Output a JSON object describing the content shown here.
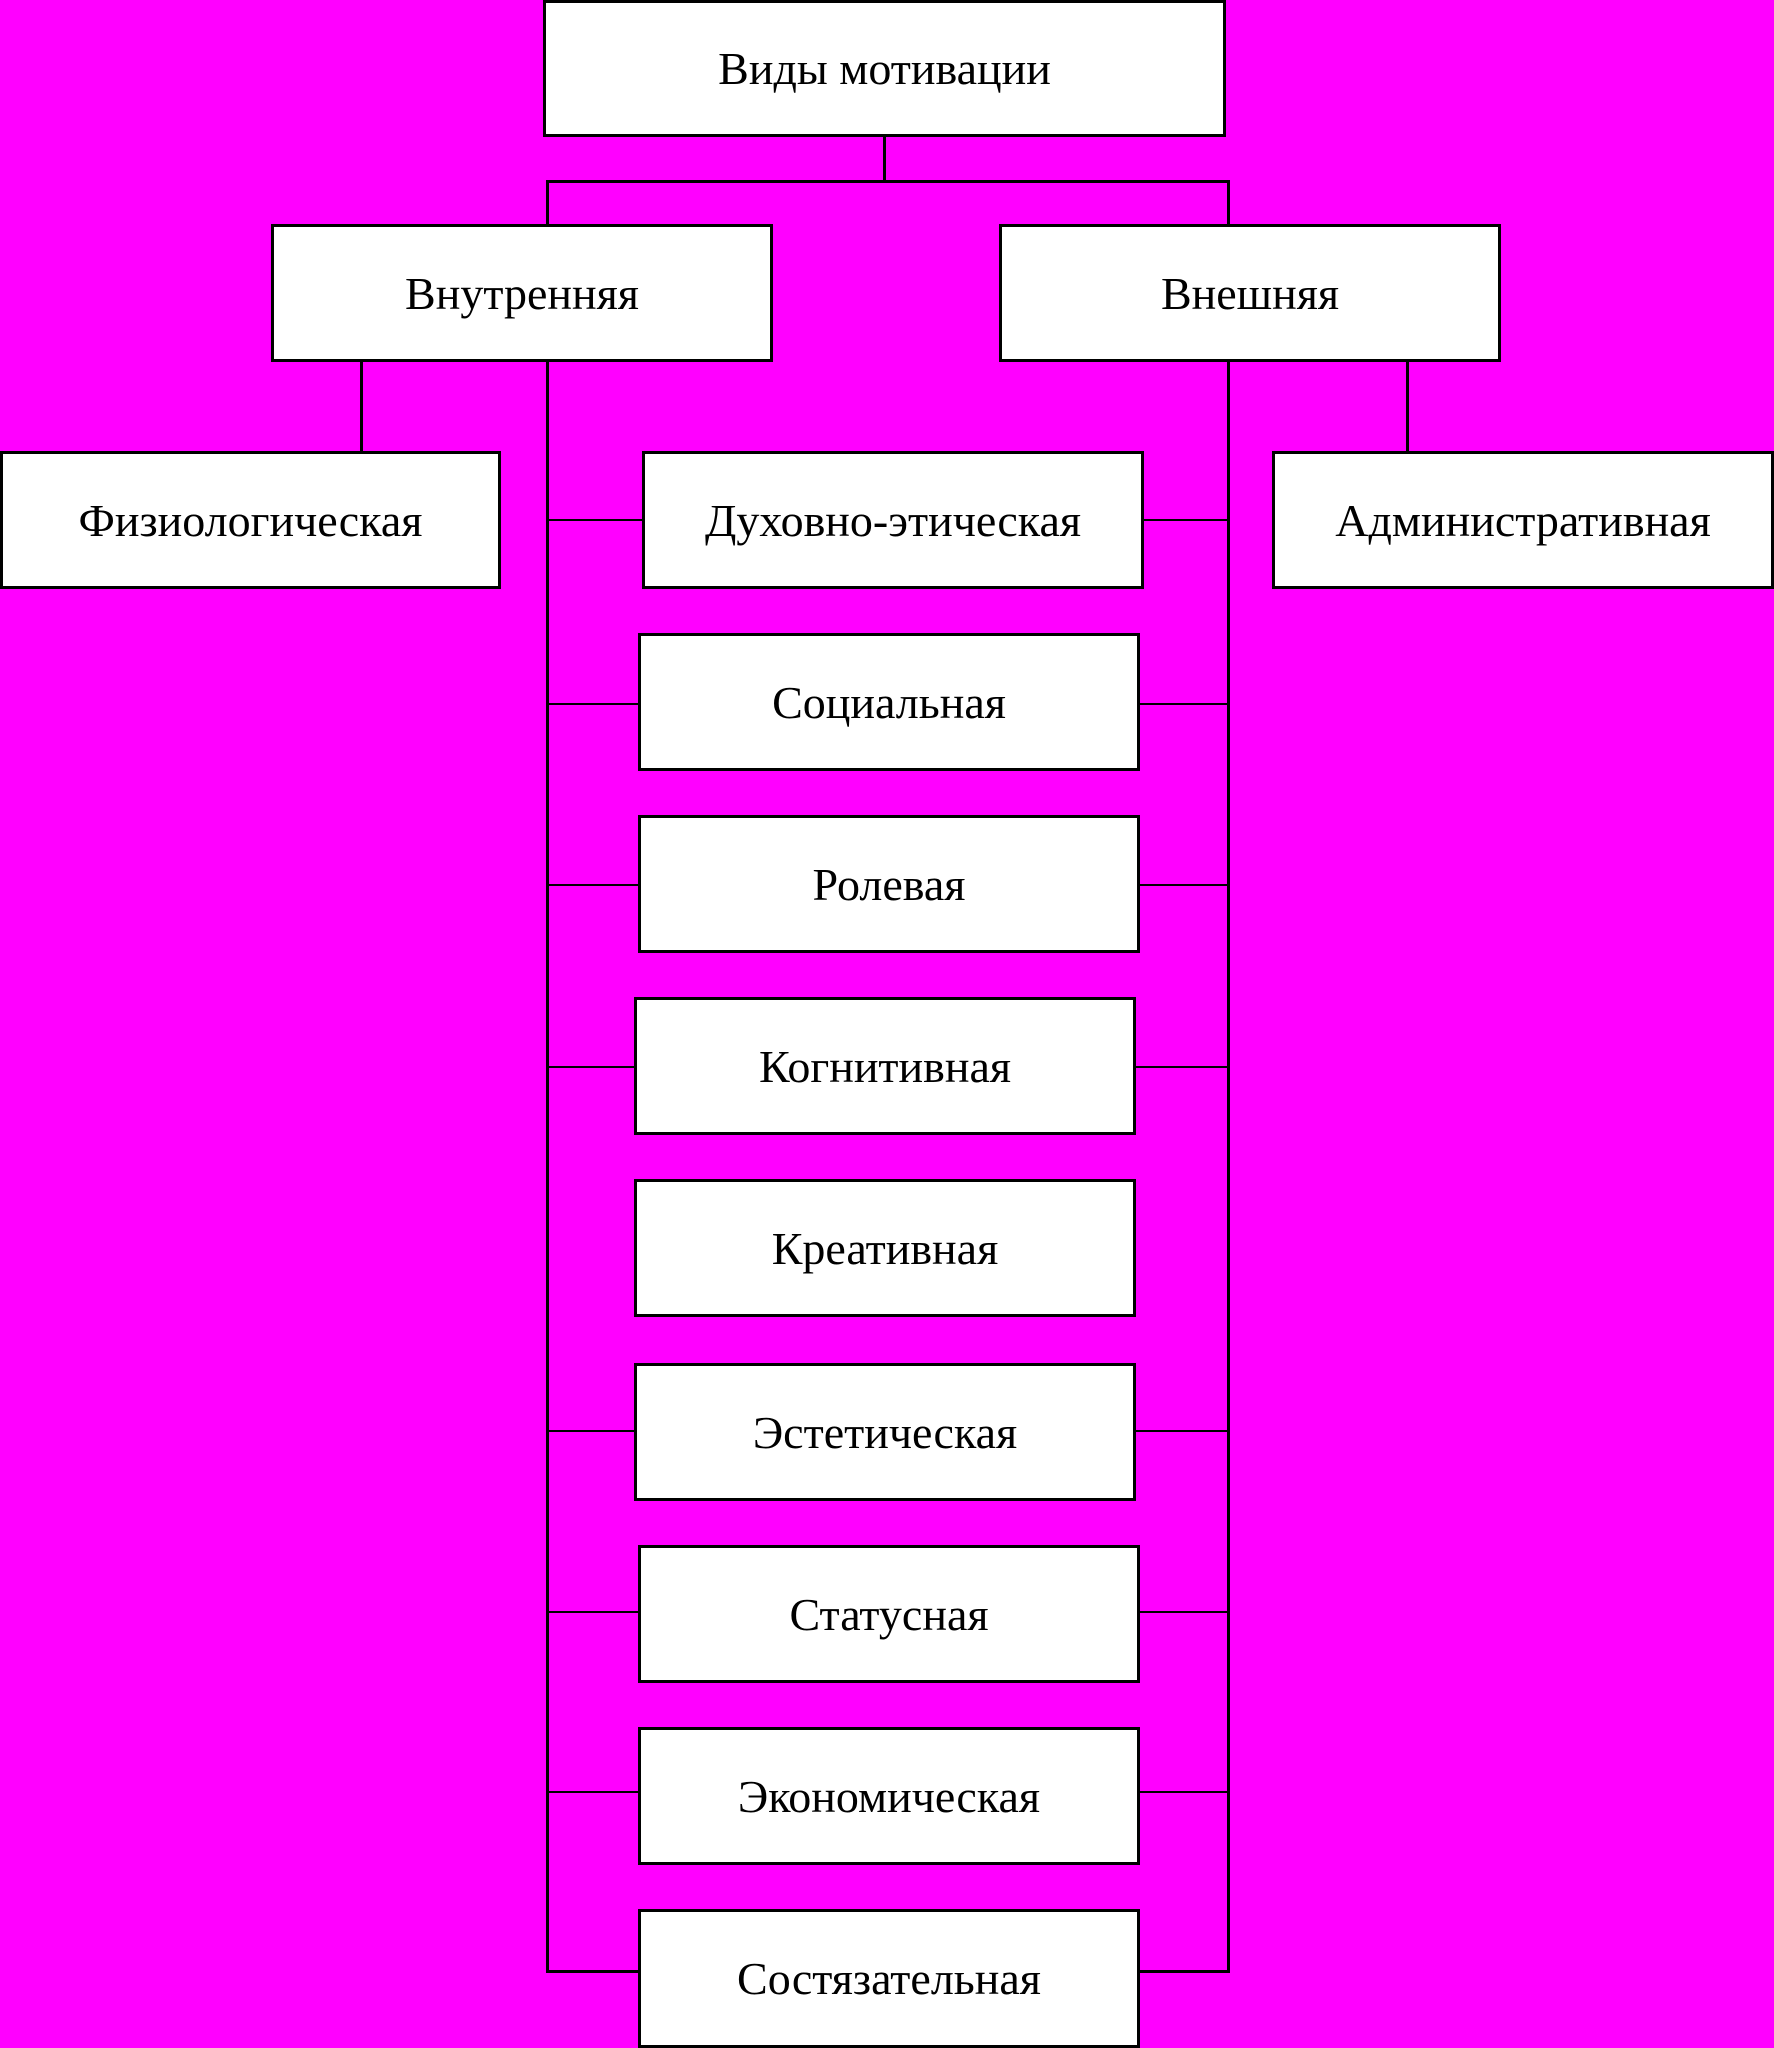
{
  "diagram": {
    "root": {
      "label": "Виды мотивации"
    },
    "branches": {
      "internal": {
        "label": "Внутренняя"
      },
      "external": {
        "label": "Внешняя"
      }
    },
    "leaves": {
      "physiological": "Физиологическая",
      "administrative": "Административная",
      "shared": [
        "Духовно-этическая",
        "Социальная",
        "Ролевая",
        "Когнитивная",
        "Креативная",
        "Эстетическая",
        "Статусная",
        "Экономическая",
        "Состязательная"
      ]
    }
  },
  "colors": {
    "background": "#ff00ff",
    "box_fill": "#ffffff",
    "line": "#000000"
  }
}
